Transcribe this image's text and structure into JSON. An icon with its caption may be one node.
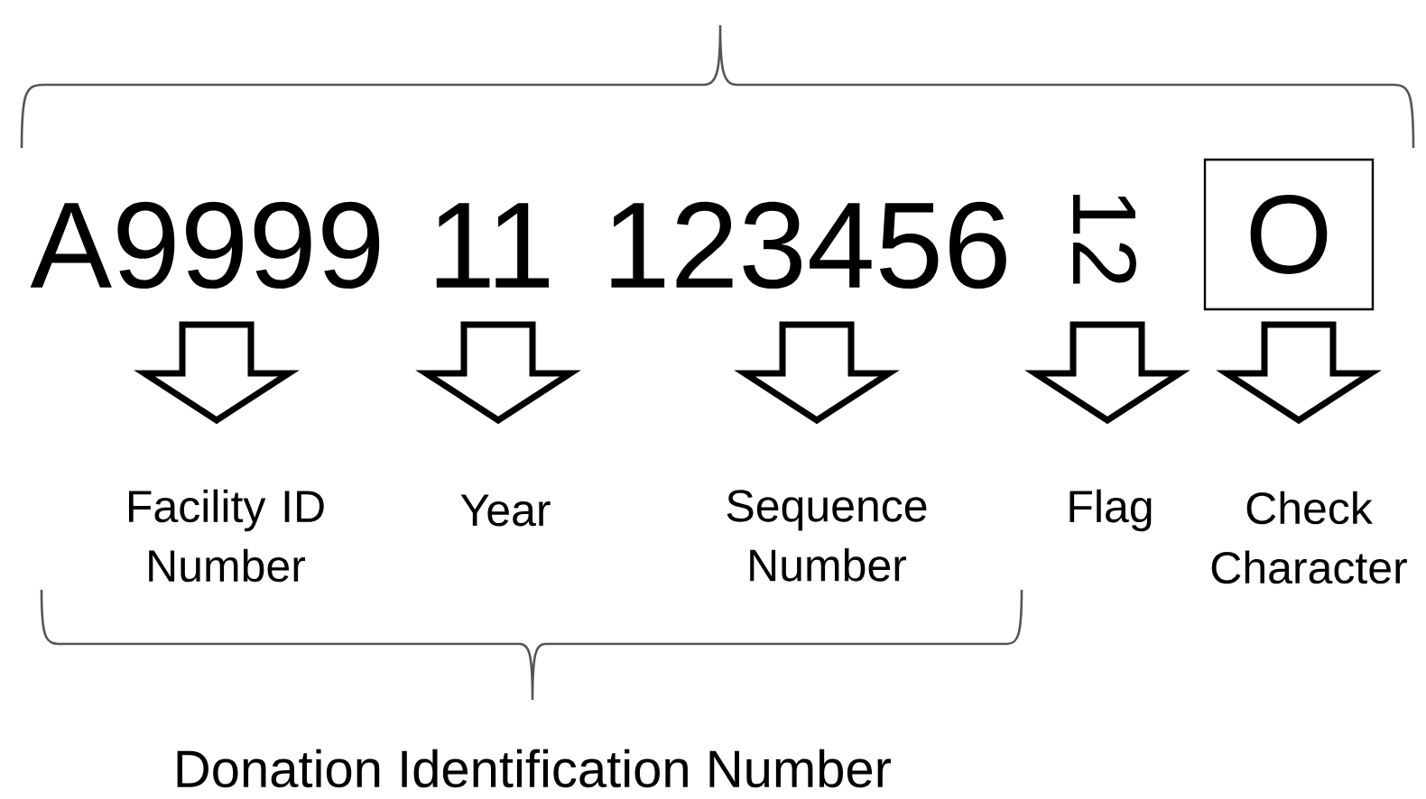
{
  "diagram": {
    "nodes": [
      {
        "text": [
          "A9999"
        ]
      },
      {
        "text": [
          "11"
        ]
      },
      {
        "text": [
          "123456"
        ]
      },
      {
        "text": [
          "12"
        ]
      },
      {
        "text": [
          "O"
        ]
      },
      {
        "text": [
          "Facility ID Number"
        ]
      },
      {
        "text": [
          "Year"
        ]
      },
      {
        "text": [
          "Sequence Number"
        ]
      },
      {
        "text": [
          "Flag"
        ]
      },
      {
        "text": [
          "Check Character"
        ]
      }
    ],
    "edges": [
      {
        "from": 0,
        "to": 5,
        "arrow": "to"
      },
      {
        "from": 1,
        "to": 6,
        "arrow": "to"
      },
      {
        "from": 2,
        "to": 7,
        "arrow": "to"
      },
      {
        "from": 3,
        "to": 8,
        "arrow": "to"
      },
      {
        "from": 4,
        "to": 9,
        "arrow": "to"
      }
    ],
    "labels": [
      "Donation Identification Number"
    ]
  }
}
